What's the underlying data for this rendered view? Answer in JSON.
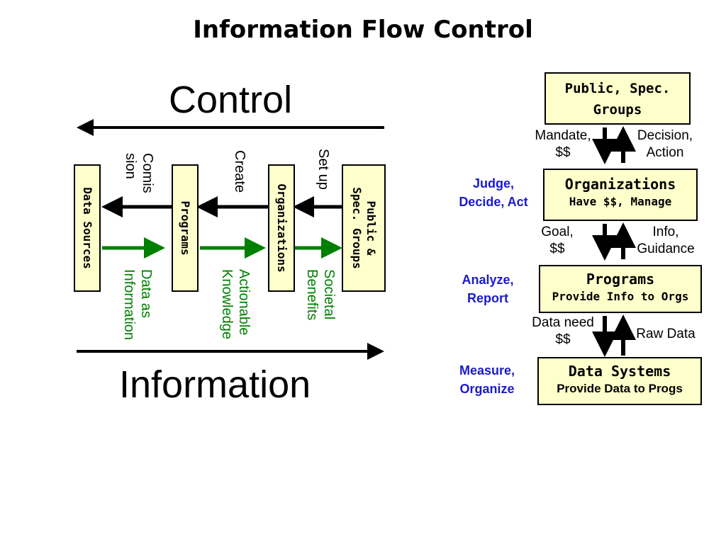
{
  "title": "Information Flow Control",
  "left": {
    "control_label": "Control",
    "information_label": "Information",
    "boxes": [
      "Data Sources",
      "Programs",
      "Organizations",
      "Public &\nSpec. Groups"
    ],
    "control_labels": [
      "Comis\nsion",
      "Create",
      "Set up"
    ],
    "info_labels": [
      "Data as\nInformation",
      "Actionable\nKnowledge",
      "Societal\nBenefits"
    ],
    "colors": {
      "control_arrow": "#000000",
      "info_arrow": "#008000",
      "box_fill": "#ffffcc"
    }
  },
  "right": {
    "boxes": [
      {
        "title": "Public, Spec.\nGroups",
        "subtitle": ""
      },
      {
        "title": "Organizations",
        "subtitle": "Have $$, Manage"
      },
      {
        "title": "Programs",
        "subtitle": "Provide Info to Orgs"
      },
      {
        "title": "Data Systems",
        "subtitle": "Provide Data to Progs"
      }
    ],
    "down_labels": [
      "Mandate,\n$$",
      "Goal,\n$$",
      "Data need\n$$"
    ],
    "up_labels": [
      "Decision,\nAction",
      "Info,\nGuidance",
      "Raw Data"
    ],
    "side_labels": [
      "Judge,\nDecide, Act",
      "Analyze,\nReport",
      "Measure,\nOrganize"
    ],
    "colors": {
      "side_label": "#1a1acc"
    }
  }
}
